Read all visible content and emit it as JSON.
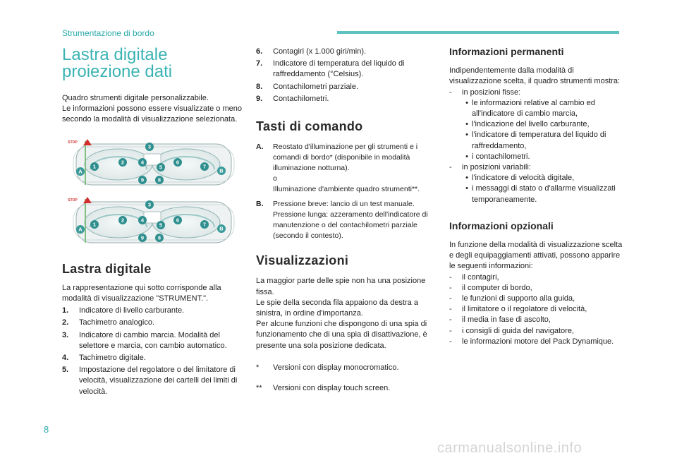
{
  "header": {
    "section": "Strumentazione di bordo",
    "page_number": "8"
  },
  "watermark": "carmanualsonline.info",
  "col1": {
    "title": "Lastra digitale proiezione dati",
    "intro": [
      "Quadro strumenti digitale personalizzabile.",
      "Le informazioni possono essere visualizzate o meno secondo la modalità di visualizzazione selezionata."
    ],
    "section_title": "Lastra digitale",
    "section_intro": "La rappresentazione qui sotto corrisponde alla modalità di visualizzazione \"STRUMENT.\".",
    "items": [
      {
        "n": "1.",
        "text": "Indicatore di livello carburante."
      },
      {
        "n": "2.",
        "text": "Tachimetro analogico."
      },
      {
        "n": "3.",
        "text": "Indicatore di cambio marcia. Modalità del selettore e marcia, con cambio automatico."
      },
      {
        "n": "4.",
        "text": "Tachimetro digitale."
      },
      {
        "n": "5.",
        "text": "Impostazione del regolatore o del limitatore di velocità, visualizzazione dei cartelli dei limiti di velocità."
      }
    ]
  },
  "figure": {
    "callouts": [
      "1",
      "2",
      "3",
      "4",
      "5",
      "6",
      "7",
      "8",
      "9",
      "A",
      "B"
    ],
    "stop_label": "STOP"
  },
  "col2": {
    "items": [
      {
        "n": "6.",
        "text": "Contagiri (x 1.000 giri/min)."
      },
      {
        "n": "7.",
        "text": "Indicatore di temperatura del liquido di raffreddamento (°Celsius)."
      },
      {
        "n": "8.",
        "text": "Contachilometri parziale."
      },
      {
        "n": "9.",
        "text": "Contachilometri."
      }
    ],
    "tasti_title": "Tasti di comando",
    "tasti": [
      {
        "n": "A.",
        "lines": [
          "Reostato d'illuminazione per gli strumenti e i comandi di bordo* (disponibile in modalità illuminazione notturna).",
          "o",
          "Illuminazione d'ambiente quadro strumenti**."
        ]
      },
      {
        "n": "B.",
        "lines": [
          "Pressione breve: lancio di un test manuale.",
          "Pressione lunga: azzeramento dell'indicatore di manutenzione o del contachilometri parziale (secondo il contesto)."
        ]
      }
    ],
    "vis_title": "Visualizzazioni",
    "vis_paras": [
      "La maggior parte delle spie non ha una posizione fissa.",
      "Le spie della seconda fila appaiono da destra a sinistra, in ordine d'importanza.",
      "Per alcune funzioni che dispongono di una spia di funzionamento che di una spia di disattivazione, è presente una sola posizione dedicata."
    ],
    "notes": [
      {
        "m": "*",
        "text": "Versioni con display monocromatico."
      },
      {
        "m": "**",
        "text": "Versioni con display touch screen."
      }
    ]
  },
  "col3": {
    "perm_title": "Informazioni permanenti",
    "perm_intro": "Indipendentemente dalla modalità di visualizzazione scelta, il quadro strumenti mostra:",
    "fisse_label": "in posizioni fisse:",
    "fisse": [
      "le informazioni relative al cambio ed all'indicatore di cambio marcia,",
      "l'indicazione del livello carburante,",
      "l'indicatore di temperatura del liquido di raffreddamento,",
      "i contachilometri."
    ],
    "variabili_label": "in posizioni variabili:",
    "variabili": [
      "l'indicatore di velocità digitale,",
      "i messaggi di stato o d'allarme visualizzati temporaneamente."
    ],
    "opt_title": "Informazioni opzionali",
    "opt_intro": "In funzione della modalità di visualizzazione scelta e degli equipaggiamenti attivati, possono apparire le seguenti informazioni:",
    "opt_items": [
      "il contagiri,",
      "il computer di bordo,",
      "le funzioni di supporto alla guida,",
      "il limitatore o il regolatore di velocità,",
      "il media in fase di ascolto,",
      "i consigli di guida del navigatore,",
      "le informazioni motore del Pack Dynamique."
    ]
  }
}
